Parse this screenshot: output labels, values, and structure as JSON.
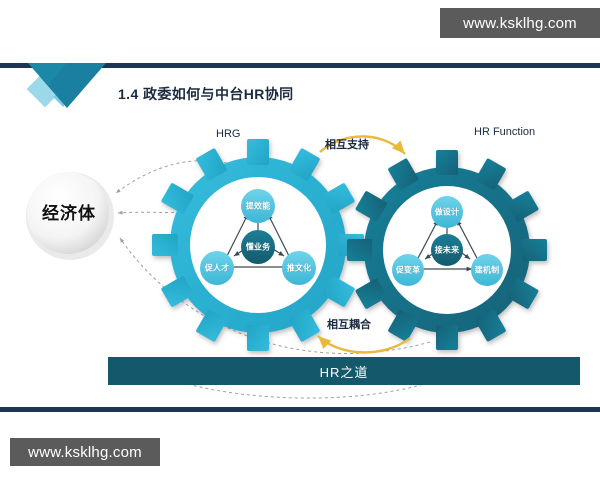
{
  "watermark": {
    "top": "www.ksklhg.com",
    "bottom": "www.ksklhg.com"
  },
  "header": {
    "title": "1.4 政委如何与中台HR协同"
  },
  "diagram": {
    "economy_label": "经济体",
    "left_gear": {
      "caption": "HRG",
      "color": "#2ab4d4",
      "center_node": "懂业务",
      "nodes": [
        "提效能",
        "促人才",
        "推文化"
      ]
    },
    "right_gear": {
      "caption": "HR Function",
      "color": "#13708a",
      "center_node": "接未来",
      "nodes": [
        "做设计",
        "促变革",
        "建机制"
      ]
    },
    "curve_labels": {
      "top": "相互支持",
      "bottom": "相互耦合"
    },
    "curve_color": "#e8b93c"
  },
  "footer_band": {
    "label": "HR之道",
    "color": "#13596b"
  },
  "theme": {
    "navy": "#1d3557",
    "teal": "#1a7fa0",
    "light_blue": "#9bd8ea"
  }
}
